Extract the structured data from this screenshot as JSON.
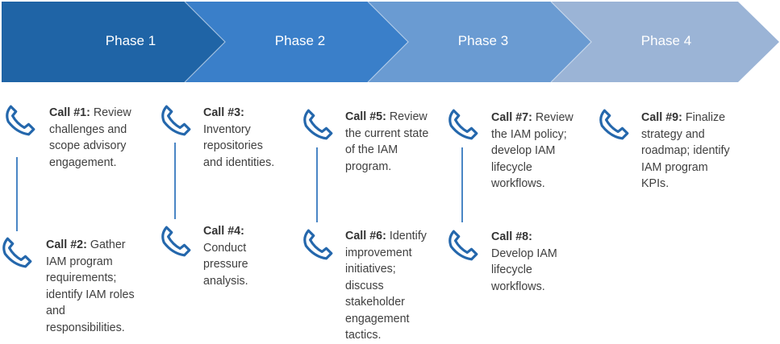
{
  "colors": {
    "phase1": "#1f64a6",
    "phase2": "#3a7fc9",
    "phase3": "#6a9bd2",
    "phase4": "#9bb4d6",
    "icon": "#2467ac",
    "connector": "#4a86c5",
    "text": "#404040"
  },
  "phases": [
    {
      "label": "Phase 1"
    },
    {
      "label": "Phase 2"
    },
    {
      "label": "Phase 3"
    },
    {
      "label": "Phase 4"
    }
  ],
  "calls": [
    {
      "title": "Call #1:",
      "desc": "Review challenges and scope advisory engagement.",
      "icon": "phone-icon"
    },
    {
      "title": "Call #2:",
      "desc": "Gather IAM program requirements; identify IAM roles and responsibilities.",
      "icon": "phone-icon"
    },
    {
      "title": "Call #3:",
      "desc": "Inventory repositories and identities.",
      "icon": "phone-icon"
    },
    {
      "title": "Call #4:",
      "desc": "Conduct pressure analysis.",
      "icon": "phone-icon"
    },
    {
      "title": "Call #5:",
      "desc": "Review the current state of the IAM program.",
      "icon": "phone-icon"
    },
    {
      "title": "Call #6:",
      "desc": "Identify improvement initiatives; discuss stakeholder engagement tactics.",
      "icon": "phone-icon"
    },
    {
      "title": "Call #7:",
      "desc": "Review the IAM policy; develop IAM lifecycle workflows.",
      "icon": "phone-icon"
    },
    {
      "title": "Call #8:",
      "desc": "Develop IAM lifecycle workflows.",
      "icon": "phone-icon"
    },
    {
      "title": "Call #9:",
      "desc": "Finalize strategy and roadmap; identify IAM program KPIs.",
      "icon": "phone-icon"
    }
  ]
}
